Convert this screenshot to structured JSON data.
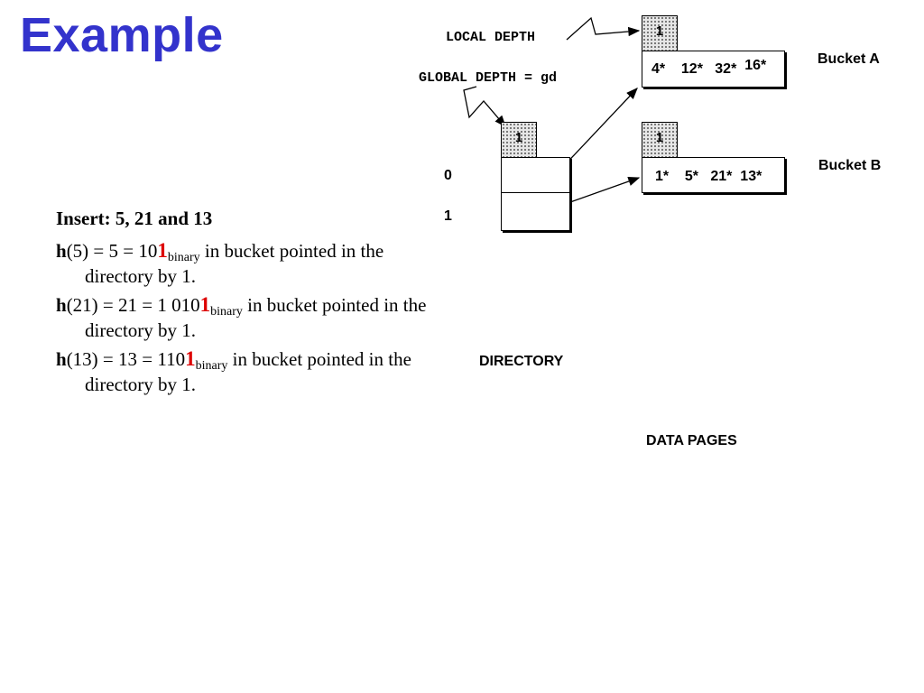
{
  "title": "Example",
  "diagram": {
    "local_depth_label": "LOCAL DEPTH",
    "global_depth_label": "GLOBAL DEPTH = gd",
    "directory_label": "DIRECTORY",
    "data_pages_label": "DATA PAGES",
    "global_depth_value": "1",
    "directory_indices": [
      "0",
      "1"
    ],
    "buckets": [
      {
        "name": "Bucket A",
        "local_depth": "1",
        "entries": [
          "4*",
          "12*",
          "32*",
          "16*"
        ]
      },
      {
        "name": "Bucket B",
        "local_depth": "1",
        "entries": [
          "1*",
          "5*",
          "21*",
          "13*"
        ]
      }
    ]
  },
  "text": {
    "insert_heading": "Insert: 5, 21 and 13",
    "lines": [
      {
        "fn": "h",
        "arg": "(5) = 5 = 10",
        "bit": "1",
        "sub": "binary",
        "rest": " in bucket pointed in the directory by 1."
      },
      {
        "fn": "h",
        "arg": "(21) = 21 = 1 010",
        "bit": "1",
        "sub": "binary",
        "rest": " in bucket pointed in the directory by 1."
      },
      {
        "fn": "h",
        "arg": "(13) = 13 = 110",
        "bit": "1",
        "sub": "binary",
        "rest": " in bucket pointed in the directory by 1."
      }
    ]
  }
}
